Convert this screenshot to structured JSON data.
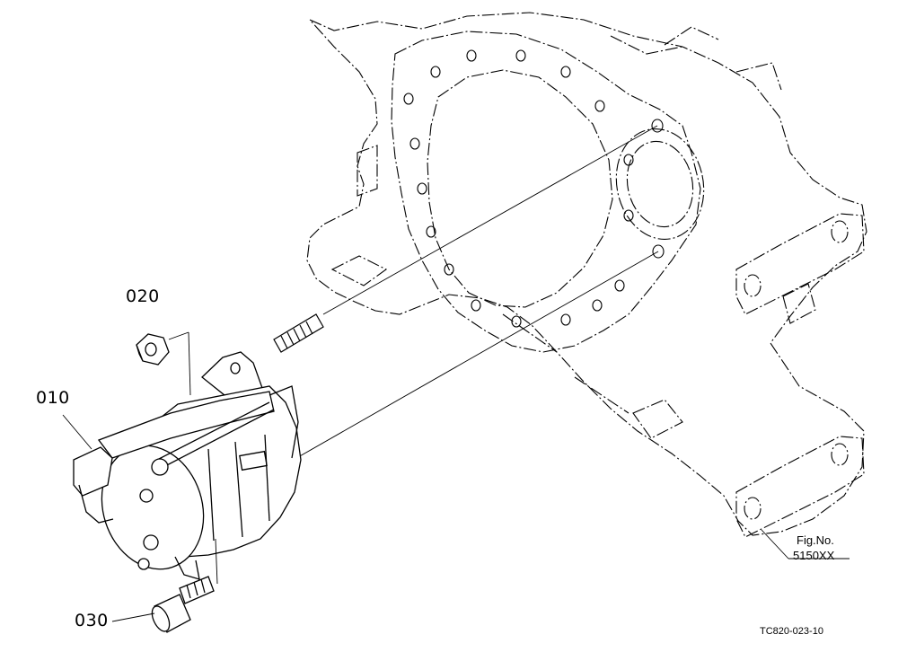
{
  "callouts": {
    "part_020": "020",
    "part_010": "010",
    "part_030": "030"
  },
  "figure_ref": {
    "line1": "Fig.No.",
    "line2": "5150XX"
  },
  "drawing_id": "TC820-023-10"
}
